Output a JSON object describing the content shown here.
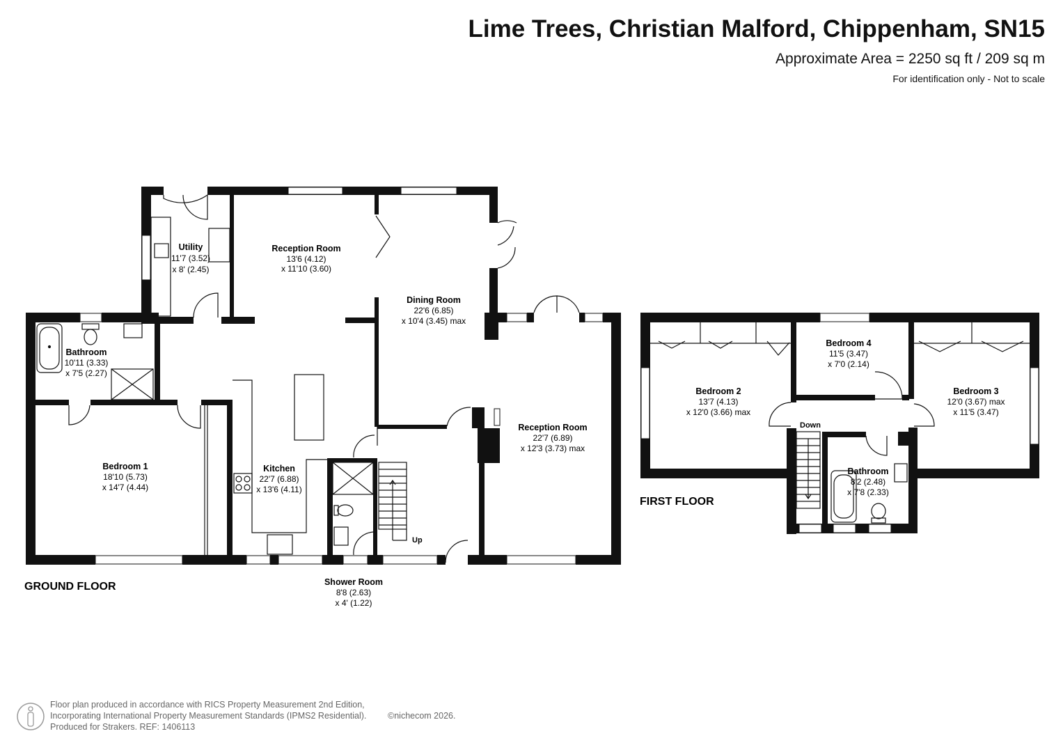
{
  "header": {
    "title": "Lime Trees, Christian Malford, Chippenham, SN15",
    "area": "Approximate Area = 2250 sq ft / 209 sq m",
    "note": "For identification only - Not to scale"
  },
  "floors": {
    "ground": "GROUND FLOOR",
    "first": "FIRST FLOOR"
  },
  "rooms": {
    "utility": {
      "name": "Utility",
      "d1": "11'7 (3.52)",
      "d2": "x 8' (2.45)"
    },
    "reception1": {
      "name": "Reception Room",
      "d1": "13'6 (4.12)",
      "d2": "x 11'10 (3.60)"
    },
    "dining": {
      "name": "Dining Room",
      "d1": "22'6 (6.85)",
      "d2": "x 10'4 (3.45) max"
    },
    "bathroom_gf": {
      "name": "Bathroom",
      "d1": "10'11 (3.33)",
      "d2": "x 7'5 (2.27)"
    },
    "bedroom1": {
      "name": "Bedroom 1",
      "d1": "18'10 (5.73)",
      "d2": "x 14'7 (4.44)"
    },
    "kitchen": {
      "name": "Kitchen",
      "d1": "22'7 (6.88)",
      "d2": "x 13'6 (4.11)"
    },
    "reception2": {
      "name": "Reception Room",
      "d1": "22'7 (6.89)",
      "d2": "x 12'3 (3.73) max"
    },
    "shower": {
      "name": "Shower Room",
      "d1": "8'8 (2.63)",
      "d2": "x 4' (1.22)"
    },
    "bedroom2": {
      "name": "Bedroom 2",
      "d1": "13'7 (4.13)",
      "d2": "x 12'0 (3.66) max"
    },
    "bedroom4": {
      "name": "Bedroom 4",
      "d1": "11'5 (3.47)",
      "d2": "x 7'0 (2.14)"
    },
    "bedroom3": {
      "name": "Bedroom 3",
      "d1": "12'0 (3.67) max",
      "d2": "x 11'5 (3.47)"
    },
    "bathroom_ff": {
      "name": "Bathroom",
      "d1": "8'2 (2.48)",
      "d2": "x 7'8 (2.33)"
    }
  },
  "stairs": {
    "up": "Up",
    "down": "Down"
  },
  "footer": {
    "line1": "Floor plan produced in accordance with RICS Property Measurement 2nd Edition,",
    "line2": "Incorporating International Property Measurement Standards (IPMS2 Residential).",
    "line3": "Produced for Strakers.    REF: 1406113",
    "copyright": "©nichecom 2026."
  },
  "icons": {
    "logo": "person-icon"
  }
}
